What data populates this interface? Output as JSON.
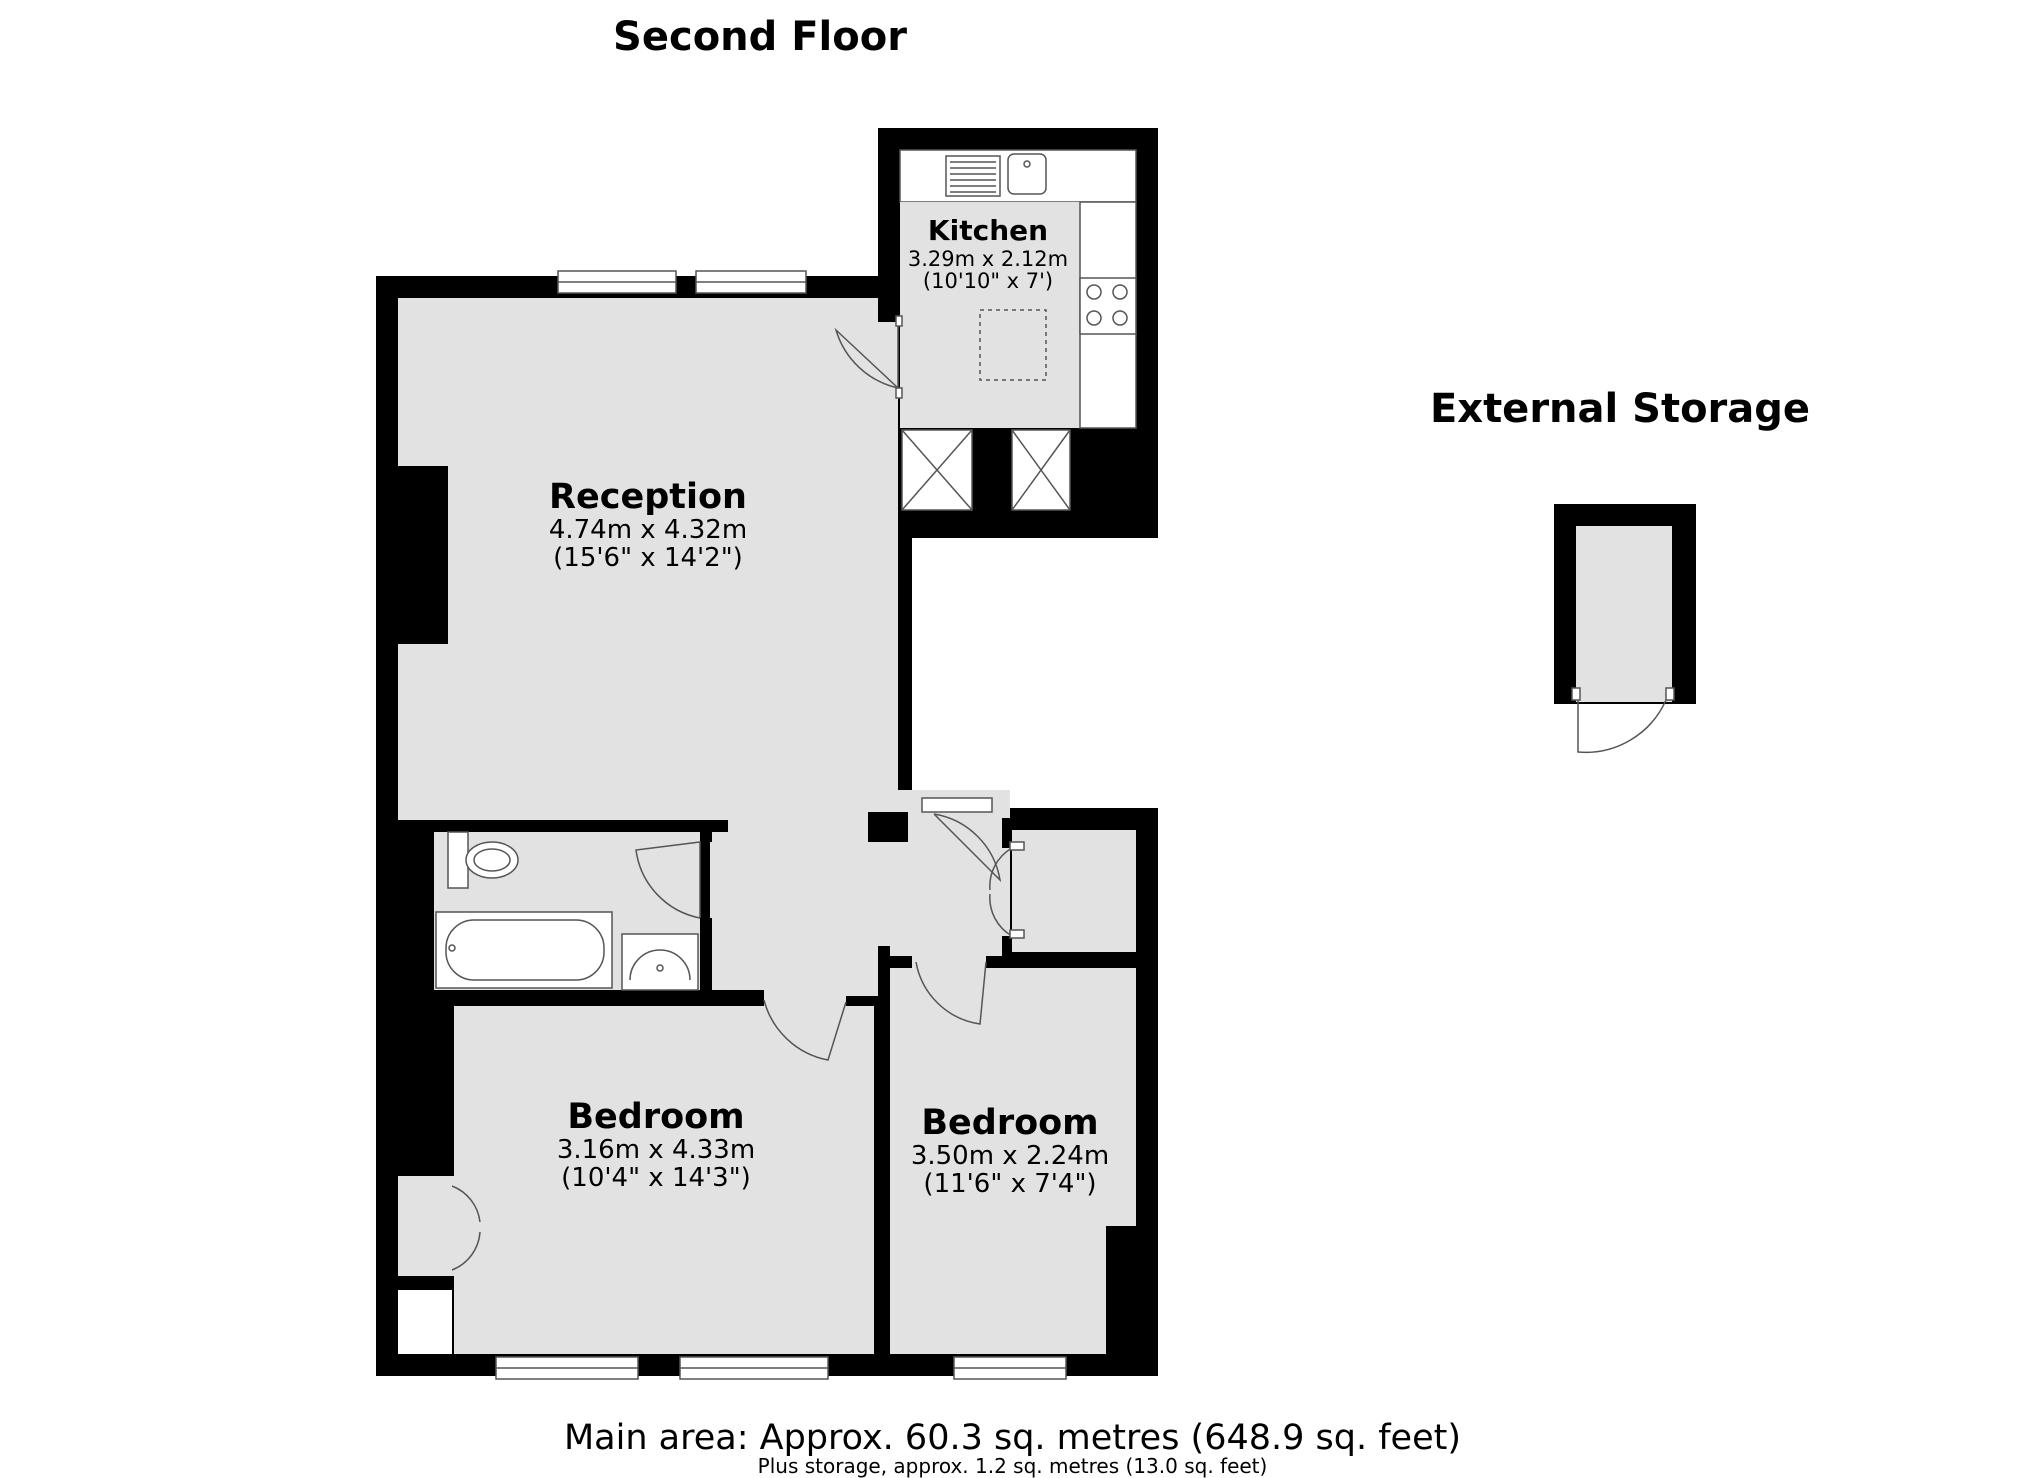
{
  "floor_title": "Second Floor",
  "storage_title": "External Storage",
  "rooms": {
    "kitchen": {
      "name": "Kitchen",
      "metric": "3.29m x 2.12m",
      "imperial": "(10'10\" x 7')"
    },
    "reception": {
      "name": "Reception",
      "metric": "4.74m x 4.32m",
      "imperial": "(15'6\" x 14'2\")"
    },
    "bedroom1": {
      "name": "Bedroom",
      "metric": "3.16m x 4.33m",
      "imperial": "(10'4\" x 14'3\")"
    },
    "bedroom2": {
      "name": "Bedroom",
      "metric": "3.50m x 2.24m",
      "imperial": "(11'6\" x 7'4\")"
    }
  },
  "summary": {
    "main": "Main area: Approx. 60.3 sq. metres (648.9 sq. feet)",
    "sub": "Plus storage, approx. 1.2 sq. metres (13.0 sq. feet)"
  },
  "colors": {
    "wall": "#000000",
    "floor": "#e2e2e2",
    "window": "#ffffff"
  }
}
